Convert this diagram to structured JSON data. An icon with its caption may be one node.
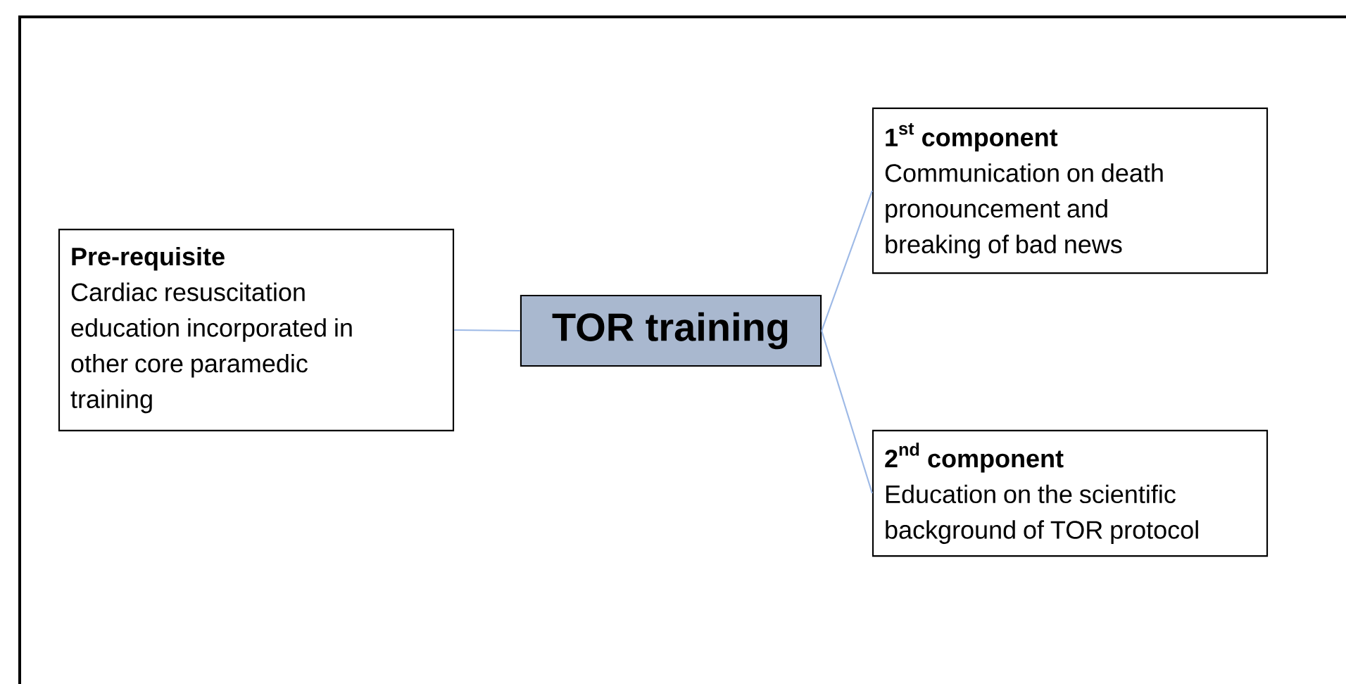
{
  "diagram": {
    "nodes": [
      {
        "text": [
          "TOR training"
        ]
      },
      {
        "text": [
          "Pre-requisite",
          "Cardiac resuscitation education incorporated in other core paramedic training"
        ]
      },
      {
        "text": [
          "\\textbf{1}^{\\textbf{st}}\\ \\textbf{component}",
          "Communication on death pronouncement and breaking of bad news"
        ]
      },
      {
        "text": [
          "\\textbf{2}^{\\textbf{nd}}\\ \\textbf{component}",
          "Education on the scientific background of TOR protocol"
        ]
      }
    ],
    "edges": [
      {
        "from": 0,
        "to": 1,
        "arrow": "none"
      },
      {
        "from": 0,
        "to": 2,
        "arrow": "none"
      },
      {
        "from": 0,
        "to": 3,
        "arrow": "none"
      }
    ]
  }
}
